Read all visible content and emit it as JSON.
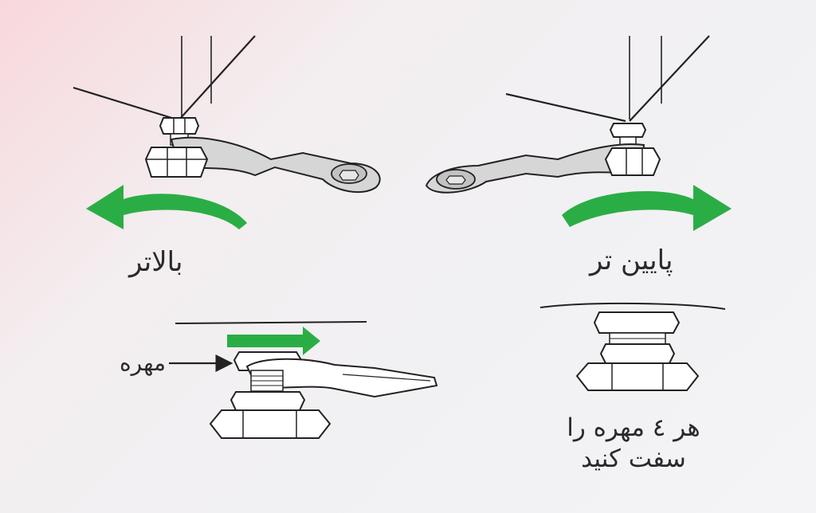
{
  "labels": {
    "raise": "بالاتر",
    "lower": "پایین تر",
    "nut": "مهره",
    "tighten": "هر ٤ مهره را سفت کنید"
  },
  "colors": {
    "arrow_green": "#2bad45",
    "line": "#222222",
    "metal": "#d6d6d6",
    "metal_dark": "#9a9a9a",
    "white_part": "#ffffff"
  },
  "icons": {
    "raise_arrow": "curved-arrow-left-icon",
    "lower_arrow": "curved-arrow-right-icon",
    "tighten_arrow": "curved-arrow-right-icon",
    "pointer": "arrow-right-icon"
  }
}
